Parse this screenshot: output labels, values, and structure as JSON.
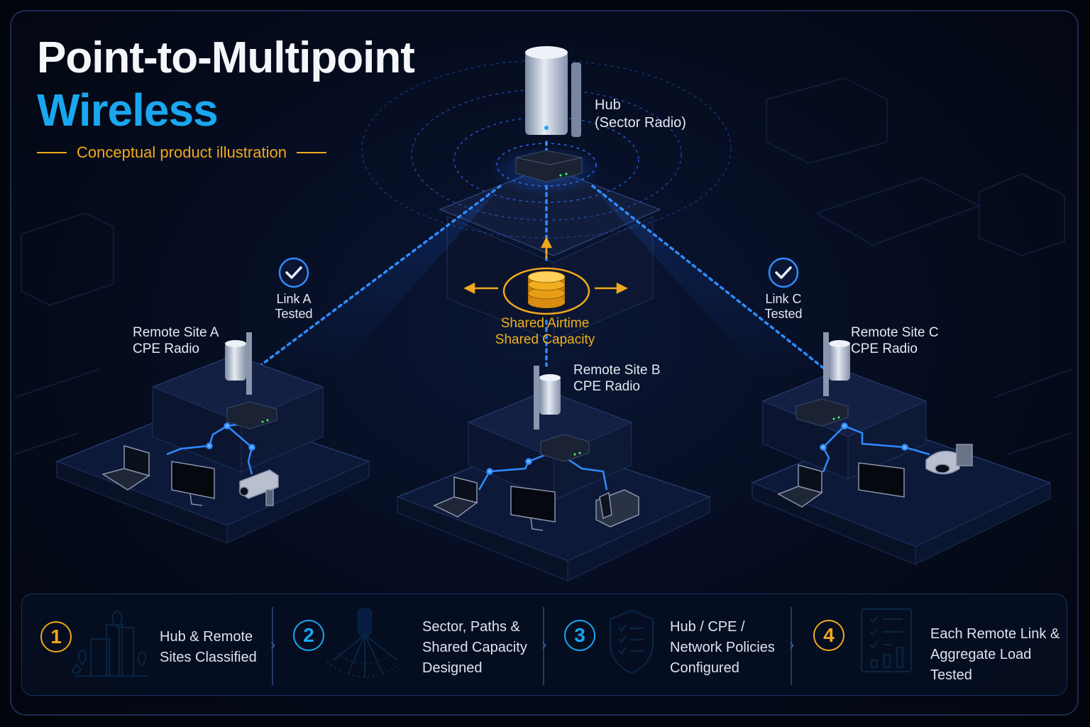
{
  "title_line1": "Point-to-Multipoint",
  "title_line2": "Wireless",
  "subtitle": "Conceptual product illustration",
  "hub": {
    "line1": "Hub",
    "line2": "(Sector Radio)"
  },
  "shared": {
    "line1": "Shared Airtime",
    "line2": "Shared Capacity"
  },
  "link_a": {
    "line1": "Link A",
    "line2": "Tested"
  },
  "link_c": {
    "line1": "Link C",
    "line2": "Tested"
  },
  "site_a": {
    "line1": "Remote Site A",
    "line2": "CPE Radio"
  },
  "site_b": {
    "line1": "Remote Site B",
    "line2": "CPE Radio"
  },
  "site_c": {
    "line1": "Remote Site C",
    "line2": "CPE Radio"
  },
  "steps": [
    {
      "num": "1",
      "line1": "Hub & Remote",
      "line2": "Sites Classified",
      "line3": ""
    },
    {
      "num": "2",
      "line1": "Sector, Paths &",
      "line2": "Shared Capacity",
      "line3": "Designed"
    },
    {
      "num": "3",
      "line1": "Hub / CPE /",
      "line2": "Network Policies",
      "line3": "Configured"
    },
    {
      "num": "4",
      "line1": "Each Remote Link &",
      "line2": "Aggregate Load Tested",
      "line3": ""
    }
  ],
  "colors": {
    "accent_blue": "#1aa7f0",
    "accent_gold": "#f0a81c",
    "background": "#060c1e"
  }
}
